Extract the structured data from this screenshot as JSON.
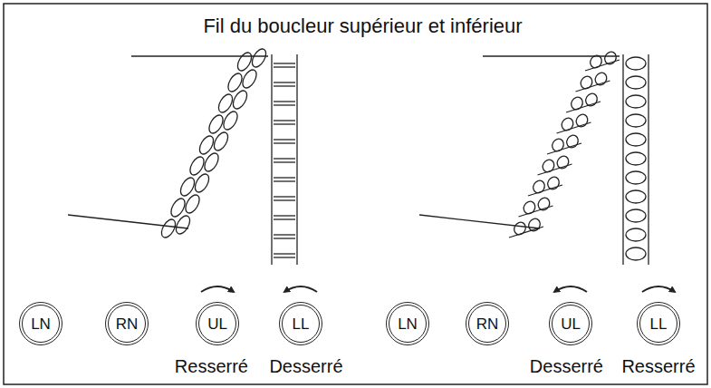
{
  "diagram": {
    "title": "Fil du boucleur supérieur et inférieur",
    "nodes": [
      {
        "text": [
          "LN"
        ]
      },
      {
        "text": [
          "RN"
        ]
      },
      {
        "text": [
          "UL"
        ]
      },
      {
        "text": [
          "LL"
        ]
      },
      {
        "text": [
          "LN"
        ]
      },
      {
        "text": [
          "RN"
        ]
      },
      {
        "text": [
          "UL"
        ]
      },
      {
        "text": [
          "LL"
        ]
      }
    ],
    "labels": [
      "Resserré",
      "Desserré",
      "Desserré",
      "Resserré"
    ]
  }
}
